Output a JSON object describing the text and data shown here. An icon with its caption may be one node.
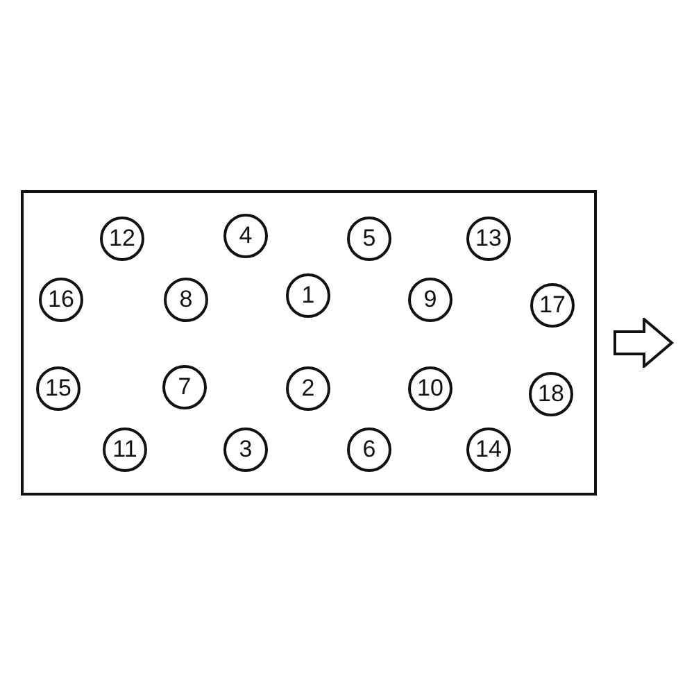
{
  "diagram": {
    "nodes": [
      {
        "text": [],
        "shape": "box"
      },
      {
        "text": [
          "12"
        ],
        "in": 0
      },
      {
        "text": [
          "4"
        ],
        "in": 0
      },
      {
        "text": [
          "5"
        ],
        "in": 0
      },
      {
        "text": [
          "13"
        ],
        "in": 0
      },
      {
        "text": [
          "16"
        ],
        "in": 0
      },
      {
        "text": [
          "8"
        ],
        "in": 0
      },
      {
        "text": [
          "1"
        ],
        "in": 0
      },
      {
        "text": [
          "9"
        ],
        "in": 0
      },
      {
        "text": [
          "17"
        ],
        "in": 0
      },
      {
        "text": [
          "15"
        ],
        "in": 0
      },
      {
        "text": [
          "7"
        ],
        "in": 0
      },
      {
        "text": [
          "2"
        ],
        "in": 0
      },
      {
        "text": [
          "10"
        ],
        "in": 0
      },
      {
        "text": [
          "18"
        ],
        "in": 0
      },
      {
        "text": [
          "11"
        ],
        "in": 0
      },
      {
        "text": [
          "3"
        ],
        "in": 0
      },
      {
        "text": [
          "6"
        ],
        "in": 0
      },
      {
        "text": [
          "14"
        ],
        "in": 0
      }
    ],
    "edges": []
  }
}
